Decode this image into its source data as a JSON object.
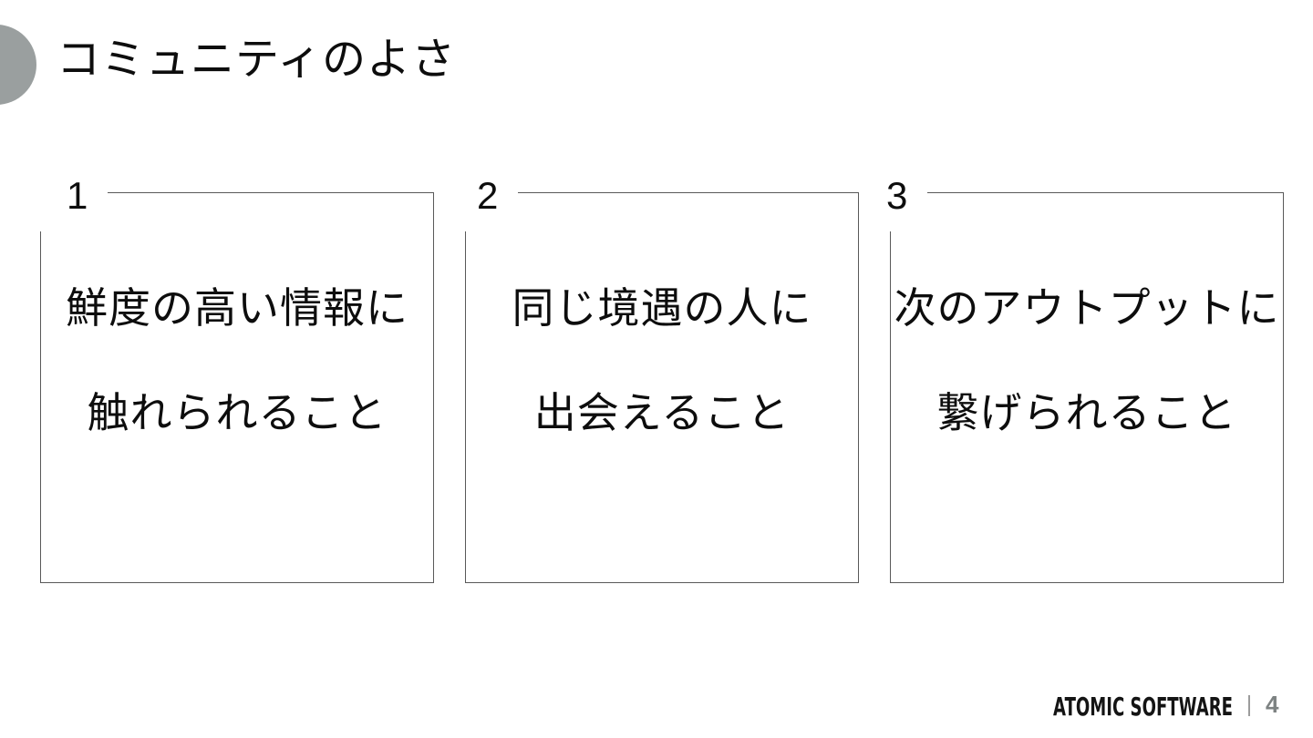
{
  "slide": {
    "title": "コミュニティのよさ",
    "cards": [
      {
        "number": "1",
        "line1": "鮮度の高い情報に",
        "line2": "触れられること"
      },
      {
        "number": "2",
        "line1": "同じ境遇の人に",
        "line2": "出会えること"
      },
      {
        "number": "3",
        "line1": "次のアウトプットに",
        "line2": "繋げられること"
      }
    ],
    "footer": {
      "logo_text": "ATOMIC SOFTWARE",
      "page_number": "4"
    },
    "colors": {
      "accent_circle": "#9a9f9f",
      "card_border": "#595959",
      "text": "#0d0d0d",
      "footer_gray": "#7d8282",
      "divider_gray": "#9c9c9c"
    }
  }
}
